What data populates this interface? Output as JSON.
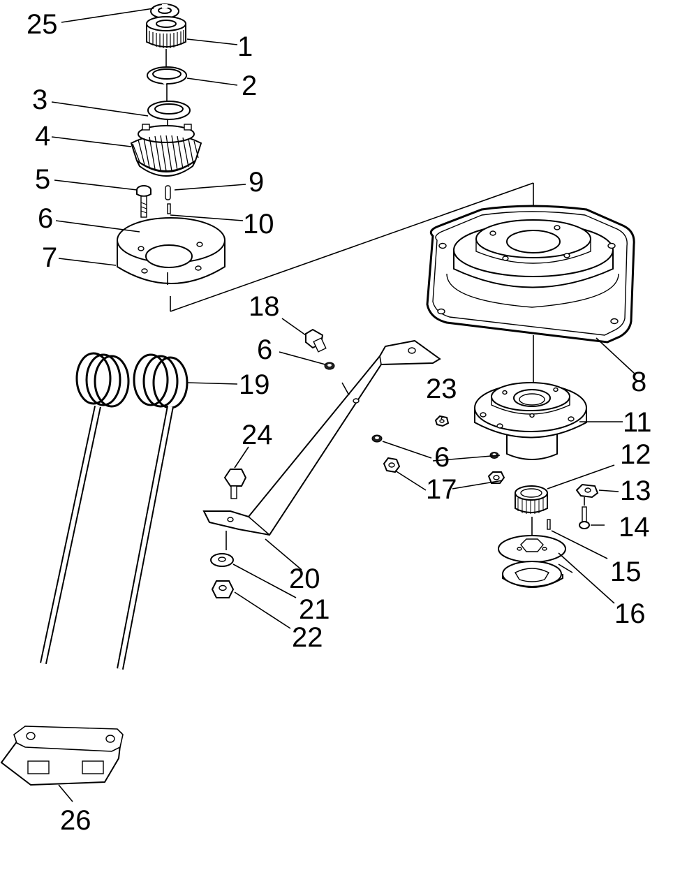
{
  "diagram": {
    "callouts": {
      "c1": "1",
      "c2": "2",
      "c3": "3",
      "c4": "4",
      "c5": "5",
      "c6a": "6",
      "c6b": "6",
      "c6c": "6",
      "c7": "7",
      "c8": "8",
      "c9": "9",
      "c10": "10",
      "c11": "11",
      "c12": "12",
      "c13": "13",
      "c14": "14",
      "c15": "15",
      "c16": "16",
      "c17": "17",
      "c18": "18",
      "c19": "19",
      "c20": "20",
      "c21": "21",
      "c22": "22",
      "c23": "23",
      "c24": "24",
      "c25": "25",
      "c26": "26"
    }
  }
}
